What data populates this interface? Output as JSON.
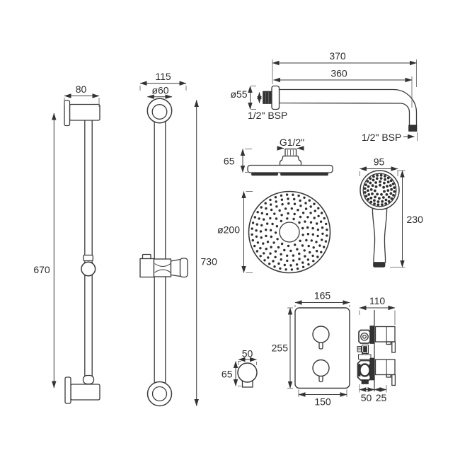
{
  "drawing": {
    "rail_side": {
      "width": "80",
      "height": "670"
    },
    "rail_front": {
      "width": "115",
      "ring_diameter": "ø60",
      "height": "730"
    },
    "arm": {
      "length_overall": "370",
      "length_horizontal": "360",
      "flange_diameter": "ø55",
      "wall_thread": "1/2\" BSP",
      "outlet_thread": "1/2\" BSP"
    },
    "head_side": {
      "thread": "G1/2\"",
      "depth": "65"
    },
    "head_face": {
      "diameter": "ø200"
    },
    "handset": {
      "head_diameter": "95",
      "length": "230"
    },
    "valve_front": {
      "width_overall": "165",
      "height": "255",
      "width_lower": "150"
    },
    "valve_side": {
      "depth_overall": "110",
      "depth_recessed": "50",
      "depth_exposed": "25"
    },
    "wall_outlet": {
      "width": "50",
      "height": "65"
    }
  }
}
